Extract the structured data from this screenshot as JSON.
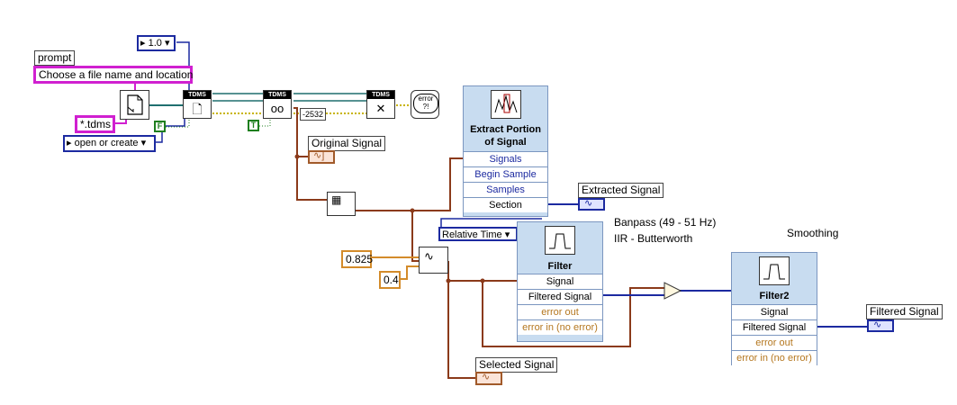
{
  "controls": {
    "prompt_label": "prompt",
    "prompt_value": "Choose a file name and location",
    "version_value": "1.0",
    "ext_value": "*.tdms",
    "operation_value": "open or create",
    "bool_false": "F",
    "bool_true": "T",
    "channel_value": "-2532",
    "time_mode_value": "Relative Time",
    "const_1": "0.825",
    "const_2": "0.4"
  },
  "nodes": {
    "tdms_header": "TDMS",
    "error_icon_text": "error\n?!"
  },
  "indicators": {
    "original": "Original Signal",
    "extracted": "Extracted Signal",
    "selected": "Selected Signal",
    "filtered": "Filtered Signal"
  },
  "extract_vi": {
    "title_line1": "Extract Portion",
    "title_line2": "of Signal",
    "terminals": [
      "Signals",
      "Begin Sample",
      "Samples",
      "Section"
    ]
  },
  "filter_vi": {
    "title": "Filter",
    "terminals": [
      "Signal",
      "Filtered Signal",
      "error out",
      "error in (no error)"
    ]
  },
  "filter2_vi": {
    "title": "Filter2",
    "terminals": [
      "Signal",
      "Filtered Signal",
      "error out",
      "error in (no error)"
    ]
  },
  "notes": {
    "bandpass": "Banpass (49 - 51 Hz)",
    "iir": "IIR - Butterworth",
    "smoothing": "Smoothing"
  },
  "colors": {
    "error_wire": "#c8b400",
    "signal_wire": "#8b3a1a",
    "ref_wire": "#1f6f6f",
    "waveform_wire": "#1c2aa0",
    "numeric_wire": "#d38b2a",
    "string_wire": "#d020d0"
  }
}
